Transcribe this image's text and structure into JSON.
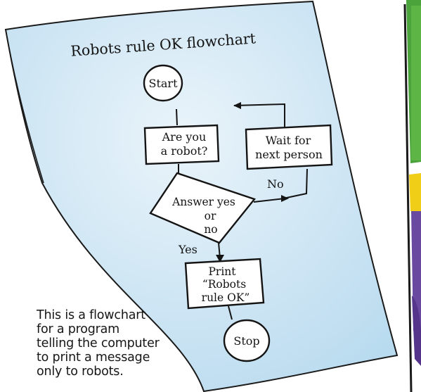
{
  "diagram": {
    "title": "Robots rule OK flowchart",
    "nodes": {
      "start": "Start",
      "question": [
        "Are you",
        "a robot?"
      ],
      "wait": [
        "Wait for",
        "next person"
      ],
      "decision": [
        "Answer yes",
        "or",
        "no"
      ],
      "print": [
        "Print",
        "“Robots",
        "rule OK”"
      ],
      "stop": "Stop"
    },
    "edge_labels": {
      "no": "No",
      "yes": "Yes"
    }
  },
  "caption": {
    "lines": [
      "This is a flowchart",
      "for a program",
      "telling the computer",
      "to print a message",
      "only to robots."
    ]
  },
  "colors": {
    "sheet_blue": "#c9e3f3",
    "sheet_light": "#e9f4fa",
    "ink": "#141414",
    "right_page_green": "#4aa33b",
    "right_page_yellow": "#f0cd16",
    "right_page_purple": "#6a4aa1"
  }
}
